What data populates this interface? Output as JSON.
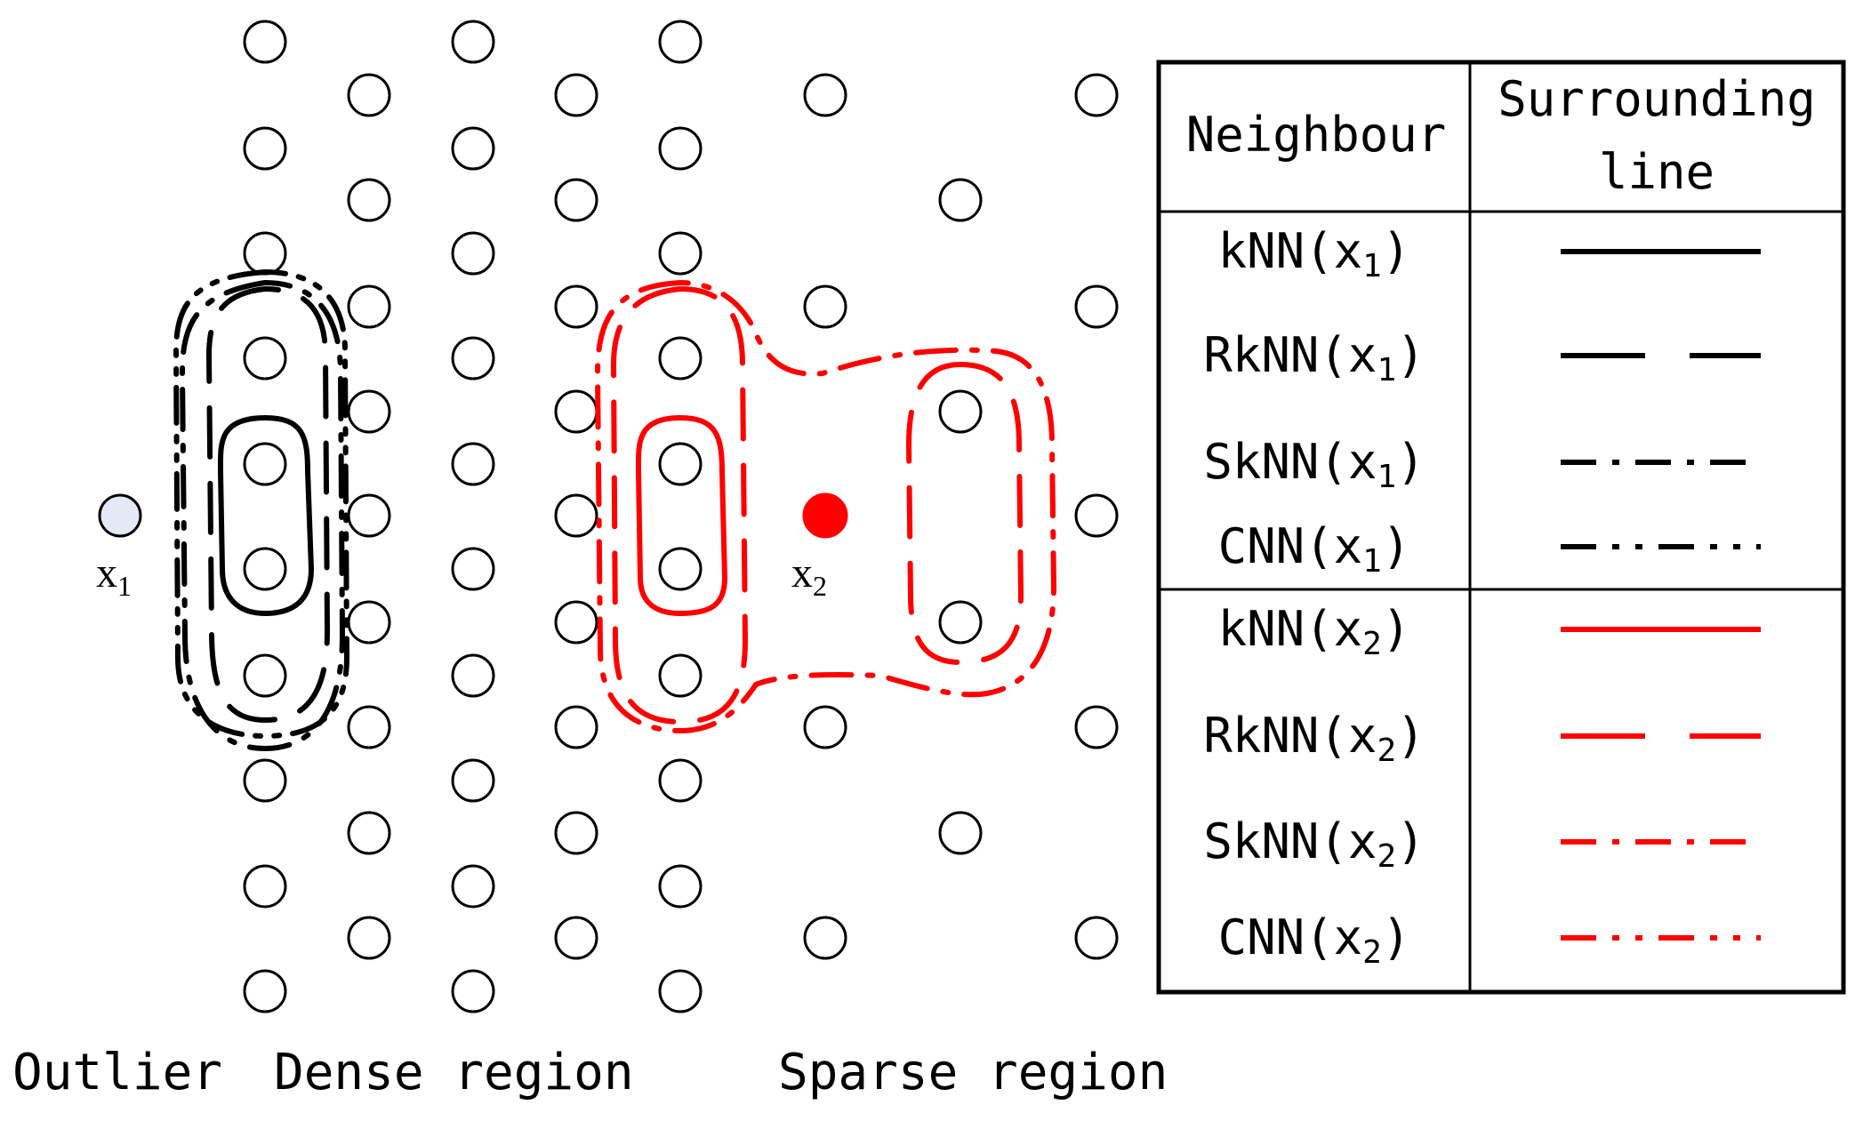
{
  "points": {
    "outlier": {
      "label_base": "x",
      "label_sub": "1"
    },
    "focus": {
      "label_base": "x",
      "label_sub": "2"
    }
  },
  "regions": {
    "outlier": "Outlier",
    "dense": "Dense region",
    "sparse": "Sparse region"
  },
  "legend": {
    "header_neighbour": "Neighbour",
    "header_line_1": "Surrounding",
    "header_line_2": "line",
    "rows": [
      {
        "name": "kNN",
        "sub": "1",
        "color": "#000000",
        "style": "solid"
      },
      {
        "name": "RkNN",
        "sub": "1",
        "color": "#000000",
        "style": "dashed"
      },
      {
        "name": "SkNN",
        "sub": "1",
        "color": "#000000",
        "style": "dashdot"
      },
      {
        "name": "CNN",
        "sub": "1",
        "color": "#000000",
        "style": "dashdotdot"
      },
      {
        "name": "kNN",
        "sub": "2",
        "color": "#ff0000",
        "style": "solid"
      },
      {
        "name": "RkNN",
        "sub": "2",
        "color": "#ff0000",
        "style": "dashed"
      },
      {
        "name": "SkNN",
        "sub": "2",
        "color": "#ff0000",
        "style": "dashdot"
      },
      {
        "name": "CNN",
        "sub": "2",
        "color": "#ff0000",
        "style": "dashdotdot"
      }
    ]
  },
  "colors": {
    "outlier_fill": "#e3eaf5",
    "focus_fill": "#ff0000",
    "group1": "#000000",
    "group2": "#ff0000"
  }
}
